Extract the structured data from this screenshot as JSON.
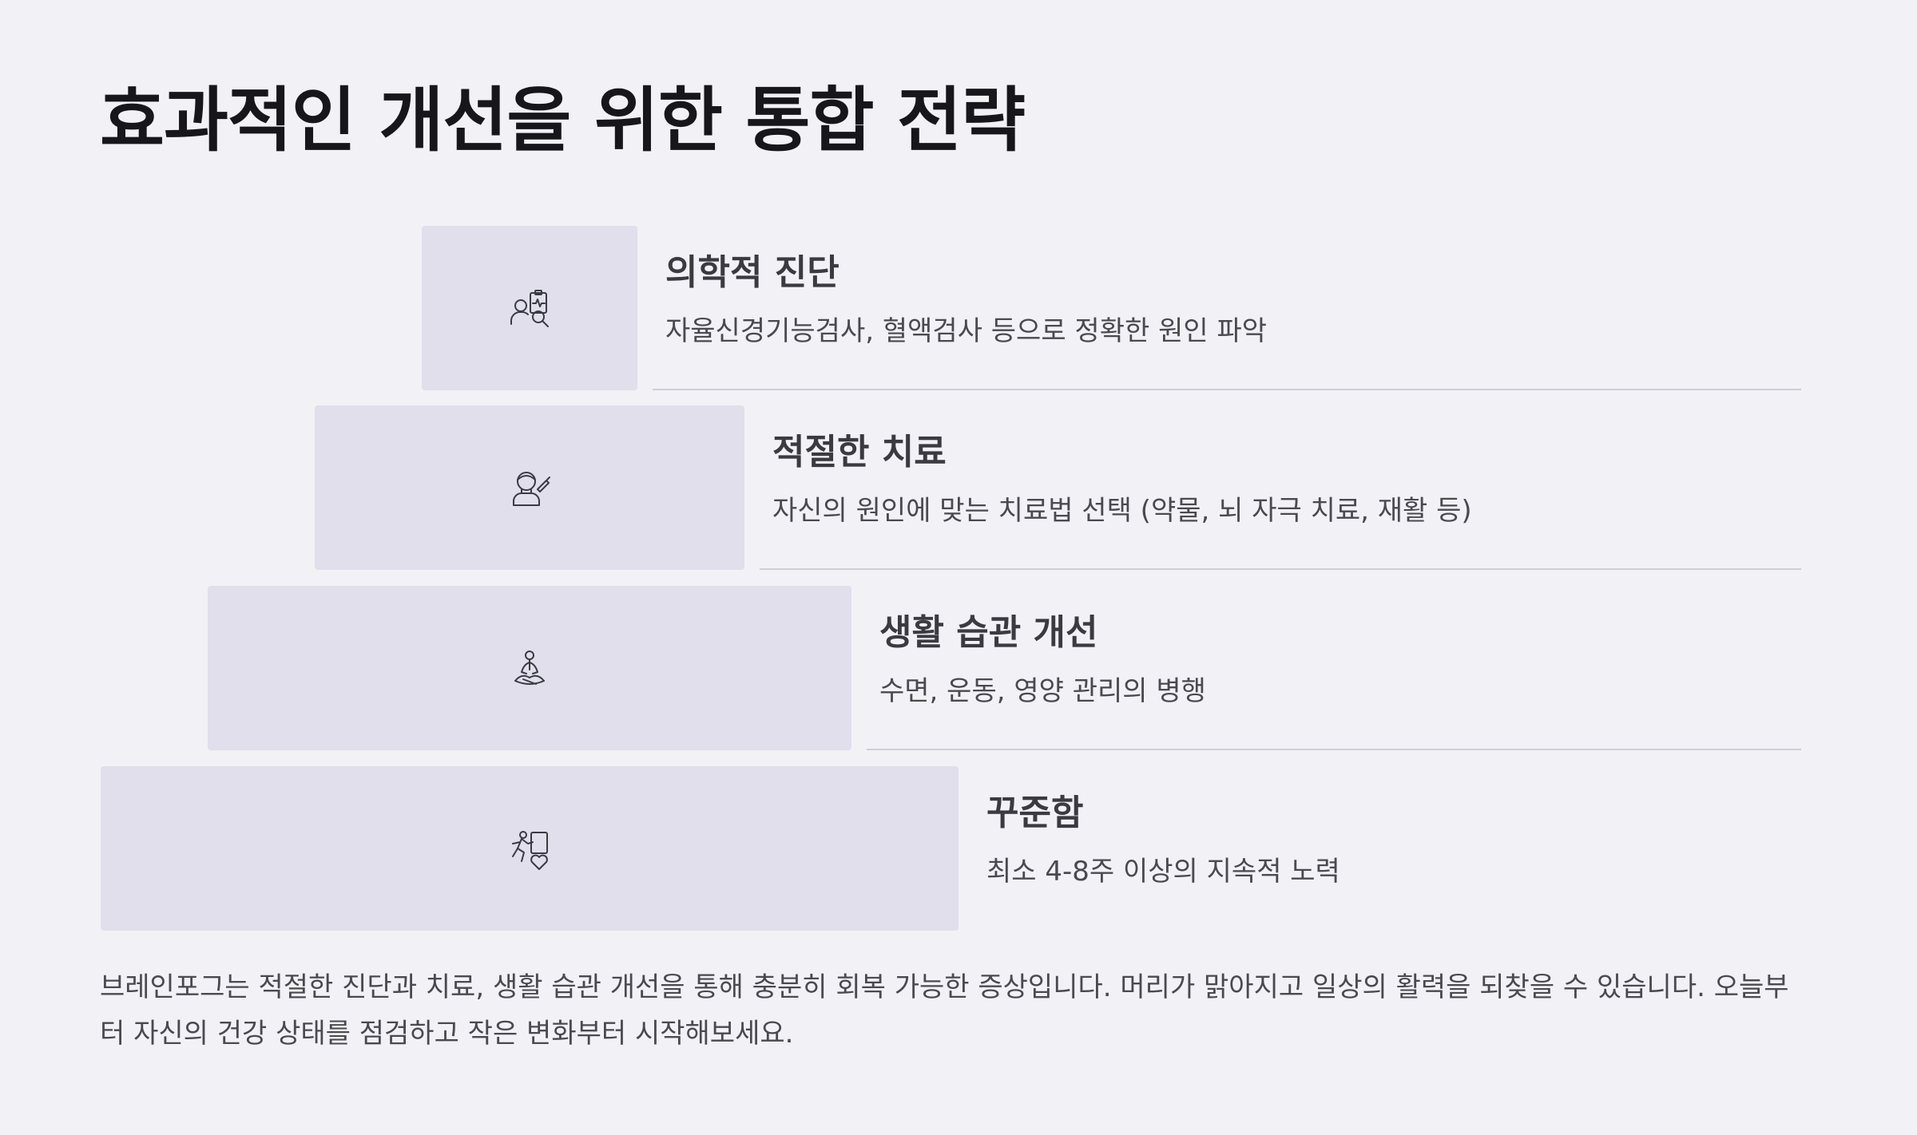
{
  "title": "효과적인 개선을 위한 통합 전략",
  "tiers": [
    {
      "icon": "doctor-checkup-icon",
      "title": "의학적 진단",
      "description": "자율신경기능검사, 혈액검사 등으로 정확한 원인 파악"
    },
    {
      "icon": "doctor-treatment-icon",
      "title": "적절한 치료",
      "description": "자신의 원인에 맞는 치료법 선택 (약물, 뇌 자극 치료, 재활 등)"
    },
    {
      "icon": "meditation-icon",
      "title": "생활 습관 개선",
      "description": "수면, 운동, 영양 관리의 병행"
    },
    {
      "icon": "runner-heart-icon",
      "title": "꾸준함",
      "description": "최소 4-8주 이상의 지속적 노력"
    }
  ],
  "summary": "브레인포그는 적절한 진단과 치료, 생활 습관 개선을 통해 충분히 회복 가능한 증상입니다. 머리가 맑아지고 일상의 활력을 되찾을 수 있습니다. 오늘부터 자신의 건강 상태를 점검하고 작은 변화부터 시작해보세요.",
  "colors": {
    "background": "#f2f1f6",
    "tier_box": "#e0dfeb",
    "rule": "#cfced6",
    "title_text": "#17161b",
    "body_text": "#4a4950"
  }
}
